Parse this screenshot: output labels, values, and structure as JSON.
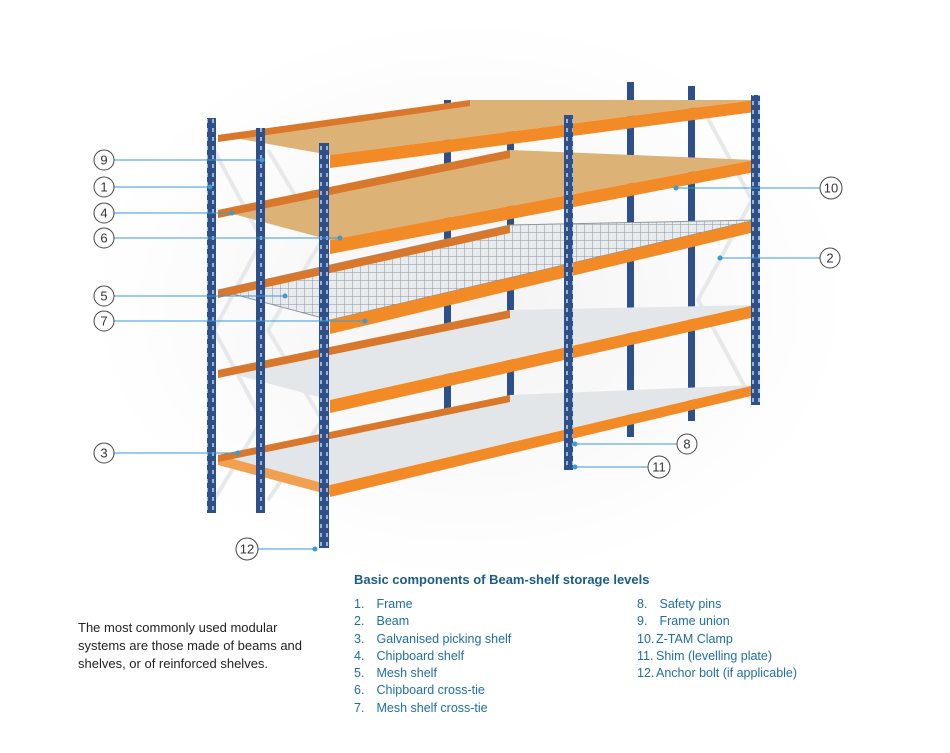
{
  "legend_title": "Basic components of  Beam-shelf storage levels",
  "caption": "The most commonly used modular systems are those made of beams and shelves, or of reinforced shelves.",
  "components_left": [
    {
      "num": "1.",
      "label": "Frame"
    },
    {
      "num": "2.",
      "label": "Beam"
    },
    {
      "num": "3.",
      "label": "Galvanised picking shelf"
    },
    {
      "num": "4.",
      "label": "Chipboard shelf"
    },
    {
      "num": "5.",
      "label": "Mesh shelf"
    },
    {
      "num": "6.",
      "label": "Chipboard cross-tie"
    },
    {
      "num": "7.",
      "label": "Mesh shelf cross-tie"
    }
  ],
  "components_right": [
    {
      "num": "8.",
      "label": "Safety pins"
    },
    {
      "num": "9.",
      "label": "Frame union"
    },
    {
      "num": "10.",
      "label": "Z-TAM Clamp"
    },
    {
      "num": "11.",
      "label": "Shim (levelling plate)"
    },
    {
      "num": "12.",
      "label": "Anchor bolt (if applicable)"
    }
  ],
  "callouts": [
    "9",
    "1",
    "4",
    "6",
    "5",
    "7",
    "3",
    "12",
    "10",
    "2",
    "8",
    "11"
  ],
  "colors": {
    "upright": "#2d4f8a",
    "beam": "#f28a25",
    "chipboard": "#dcb277",
    "shelf_steel": "#e4e7ea",
    "mesh": "#a9b2bb",
    "leader": "#3a9ad3",
    "legend_text": "#1f6ea3"
  }
}
